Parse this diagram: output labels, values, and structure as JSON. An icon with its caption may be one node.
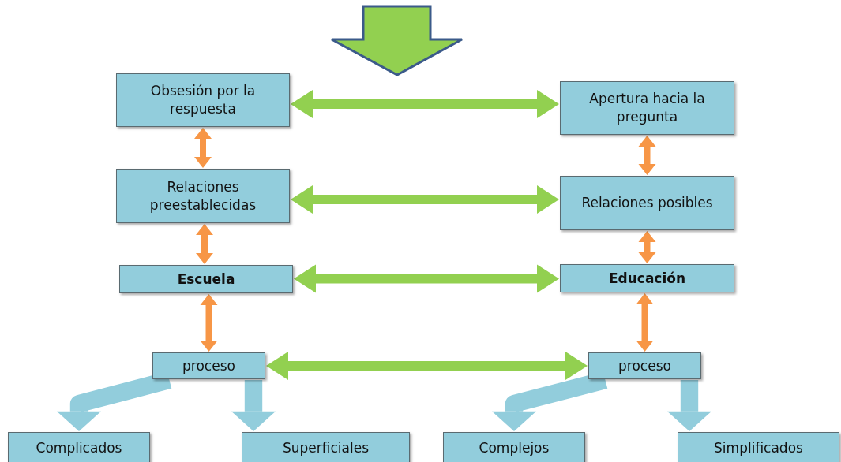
{
  "diagram": {
    "nodes": [
      {
        "text": [
          "Obsesión por la respuesta"
        ]
      },
      {
        "text": [
          "Apertura hacia la pregunta"
        ]
      },
      {
        "text": [
          "Relaciones preestablecidas"
        ]
      },
      {
        "text": [
          "Relaciones posibles"
        ]
      },
      {
        "text": [
          "Escuela"
        ]
      },
      {
        "text": [
          "Educación"
        ]
      },
      {
        "text": [
          "proceso"
        ]
      },
      {
        "text": [
          "proceso"
        ]
      },
      {
        "text": [
          "Complicados"
        ]
      },
      {
        "text": [
          "Superficiales"
        ]
      },
      {
        "text": [
          "Complejos"
        ]
      },
      {
        "text": [
          "Simplificados"
        ]
      }
    ],
    "edges": [
      {
        "from": 0,
        "to": 1,
        "arrow": "both",
        "color": "#92d050"
      },
      {
        "from": 0,
        "to": 2,
        "arrow": "both",
        "color": "#f79646"
      },
      {
        "from": 1,
        "to": 3,
        "arrow": "both",
        "color": "#f79646"
      },
      {
        "from": 2,
        "to": 3,
        "arrow": "both",
        "color": "#92d050"
      },
      {
        "from": 2,
        "to": 4,
        "arrow": "both",
        "color": "#f79646"
      },
      {
        "from": 3,
        "to": 5,
        "arrow": "both",
        "color": "#f79646"
      },
      {
        "from": 4,
        "to": 5,
        "arrow": "both",
        "color": "#92d050"
      },
      {
        "from": 4,
        "to": 6,
        "arrow": "both",
        "color": "#f79646"
      },
      {
        "from": 5,
        "to": 7,
        "arrow": "both",
        "color": "#f79646"
      },
      {
        "from": 6,
        "to": 7,
        "arrow": "both",
        "color": "#92d050"
      },
      {
        "from": 6,
        "to": 8,
        "arrow": "to",
        "style": "thick",
        "color": "#92cddc"
      },
      {
        "from": 6,
        "to": 9,
        "arrow": "to",
        "style": "thick",
        "color": "#92cddc"
      },
      {
        "from": 7,
        "to": 10,
        "arrow": "to",
        "style": "thick",
        "color": "#92cddc"
      },
      {
        "from": 7,
        "to": 11,
        "arrow": "to",
        "style": "thick",
        "color": "#92cddc"
      }
    ]
  }
}
